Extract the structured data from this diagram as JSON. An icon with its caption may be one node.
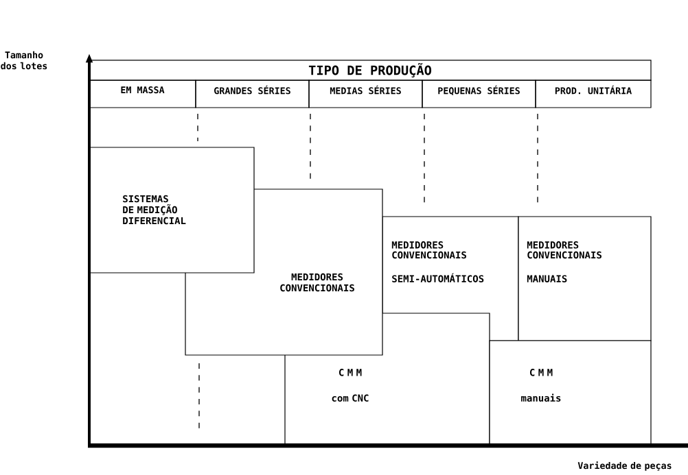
{
  "diagram": {
    "nodes": [
      {
        "text": [
          "TIPO DE PRODUÇÃO"
        ]
      },
      {
        "text": [
          "EM MASSA"
        ]
      },
      {
        "text": [
          "GRANDES SÉRIES"
        ]
      },
      {
        "text": [
          "MEDIAS SÉRIES"
        ]
      },
      {
        "text": [
          "PEQUENAS SÉRIES"
        ]
      },
      {
        "text": [
          "PROD. UNITÁRIA"
        ]
      },
      {
        "text": [
          "SISTEMAS DE MEDIÇÃO DIFERENCIAL"
        ]
      },
      {
        "text": [
          "MEDIDORES CONVENCIONAIS"
        ]
      },
      {
        "text": [
          "MEDIDORES CONVENCIONAIS",
          "SEMI-AUTOMÁTICOS"
        ]
      },
      {
        "text": [
          "MEDIDORES CONVENCIONAIS",
          "MANUAIS"
        ]
      },
      {
        "text": [
          "C M M",
          "com CNC"
        ]
      },
      {
        "text": [
          "C M M",
          "manuais"
        ]
      }
    ],
    "labels": [
      "Tamanho dos lotes",
      "Variedade de peças"
    ]
  }
}
